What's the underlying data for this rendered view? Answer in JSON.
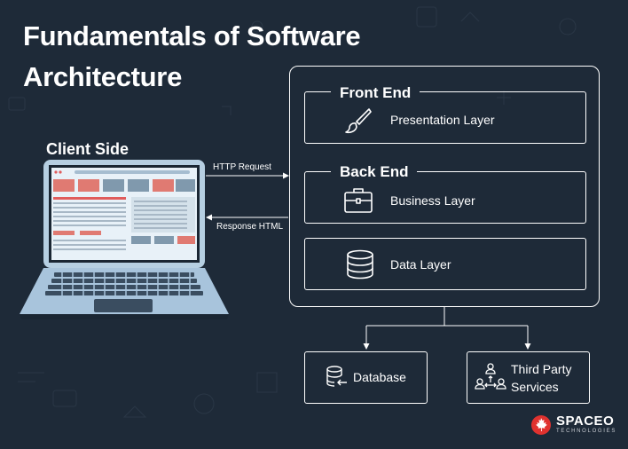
{
  "title": "Fundamentals of Software Architecture",
  "client_side": {
    "label": "Client Side"
  },
  "arrows": {
    "request": "HTTP Request",
    "response": "Response HTML"
  },
  "server": {
    "front_end": {
      "heading": "Front End",
      "layer": "Presentation Layer",
      "icon": "paintbrush-icon"
    },
    "back_end": {
      "heading": "Back End",
      "layer": "Business Layer",
      "icon": "briefcase-icon"
    },
    "data": {
      "layer": "Data Layer",
      "icon": "database-icon"
    }
  },
  "targets": {
    "database": {
      "label": "Database",
      "icon": "database-arrow-icon"
    },
    "third_party": {
      "line1": "Third Party",
      "line2": "Services",
      "icon": "network-people-icon"
    }
  },
  "brand": {
    "name": "SPACEO",
    "subtitle": "TECHNOLOGIES"
  },
  "colors": {
    "background": "#1e2a38",
    "accent_red": "#e05c5c",
    "laptop_body": "#a8c4dc",
    "brand_red": "#e0322f"
  }
}
